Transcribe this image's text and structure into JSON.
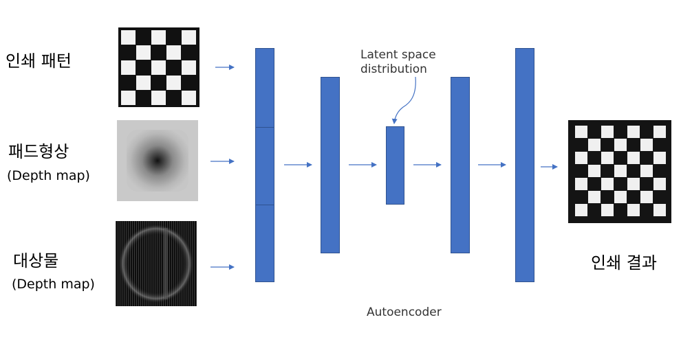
{
  "inputs": [
    {
      "title": "인쇄 패턴",
      "subtitle": ""
    },
    {
      "title": "패드형상",
      "subtitle": "(Depth map)"
    },
    {
      "title": "대상물",
      "subtitle": "(Depth map)"
    }
  ],
  "output": {
    "title": "인쇄 결과"
  },
  "latent_annotation": {
    "line1": "Latent space",
    "line2": "distribution"
  },
  "caption": "Autoencoder",
  "colors": {
    "layer_fill": "#4472c4",
    "arrow": "#4472c4"
  }
}
